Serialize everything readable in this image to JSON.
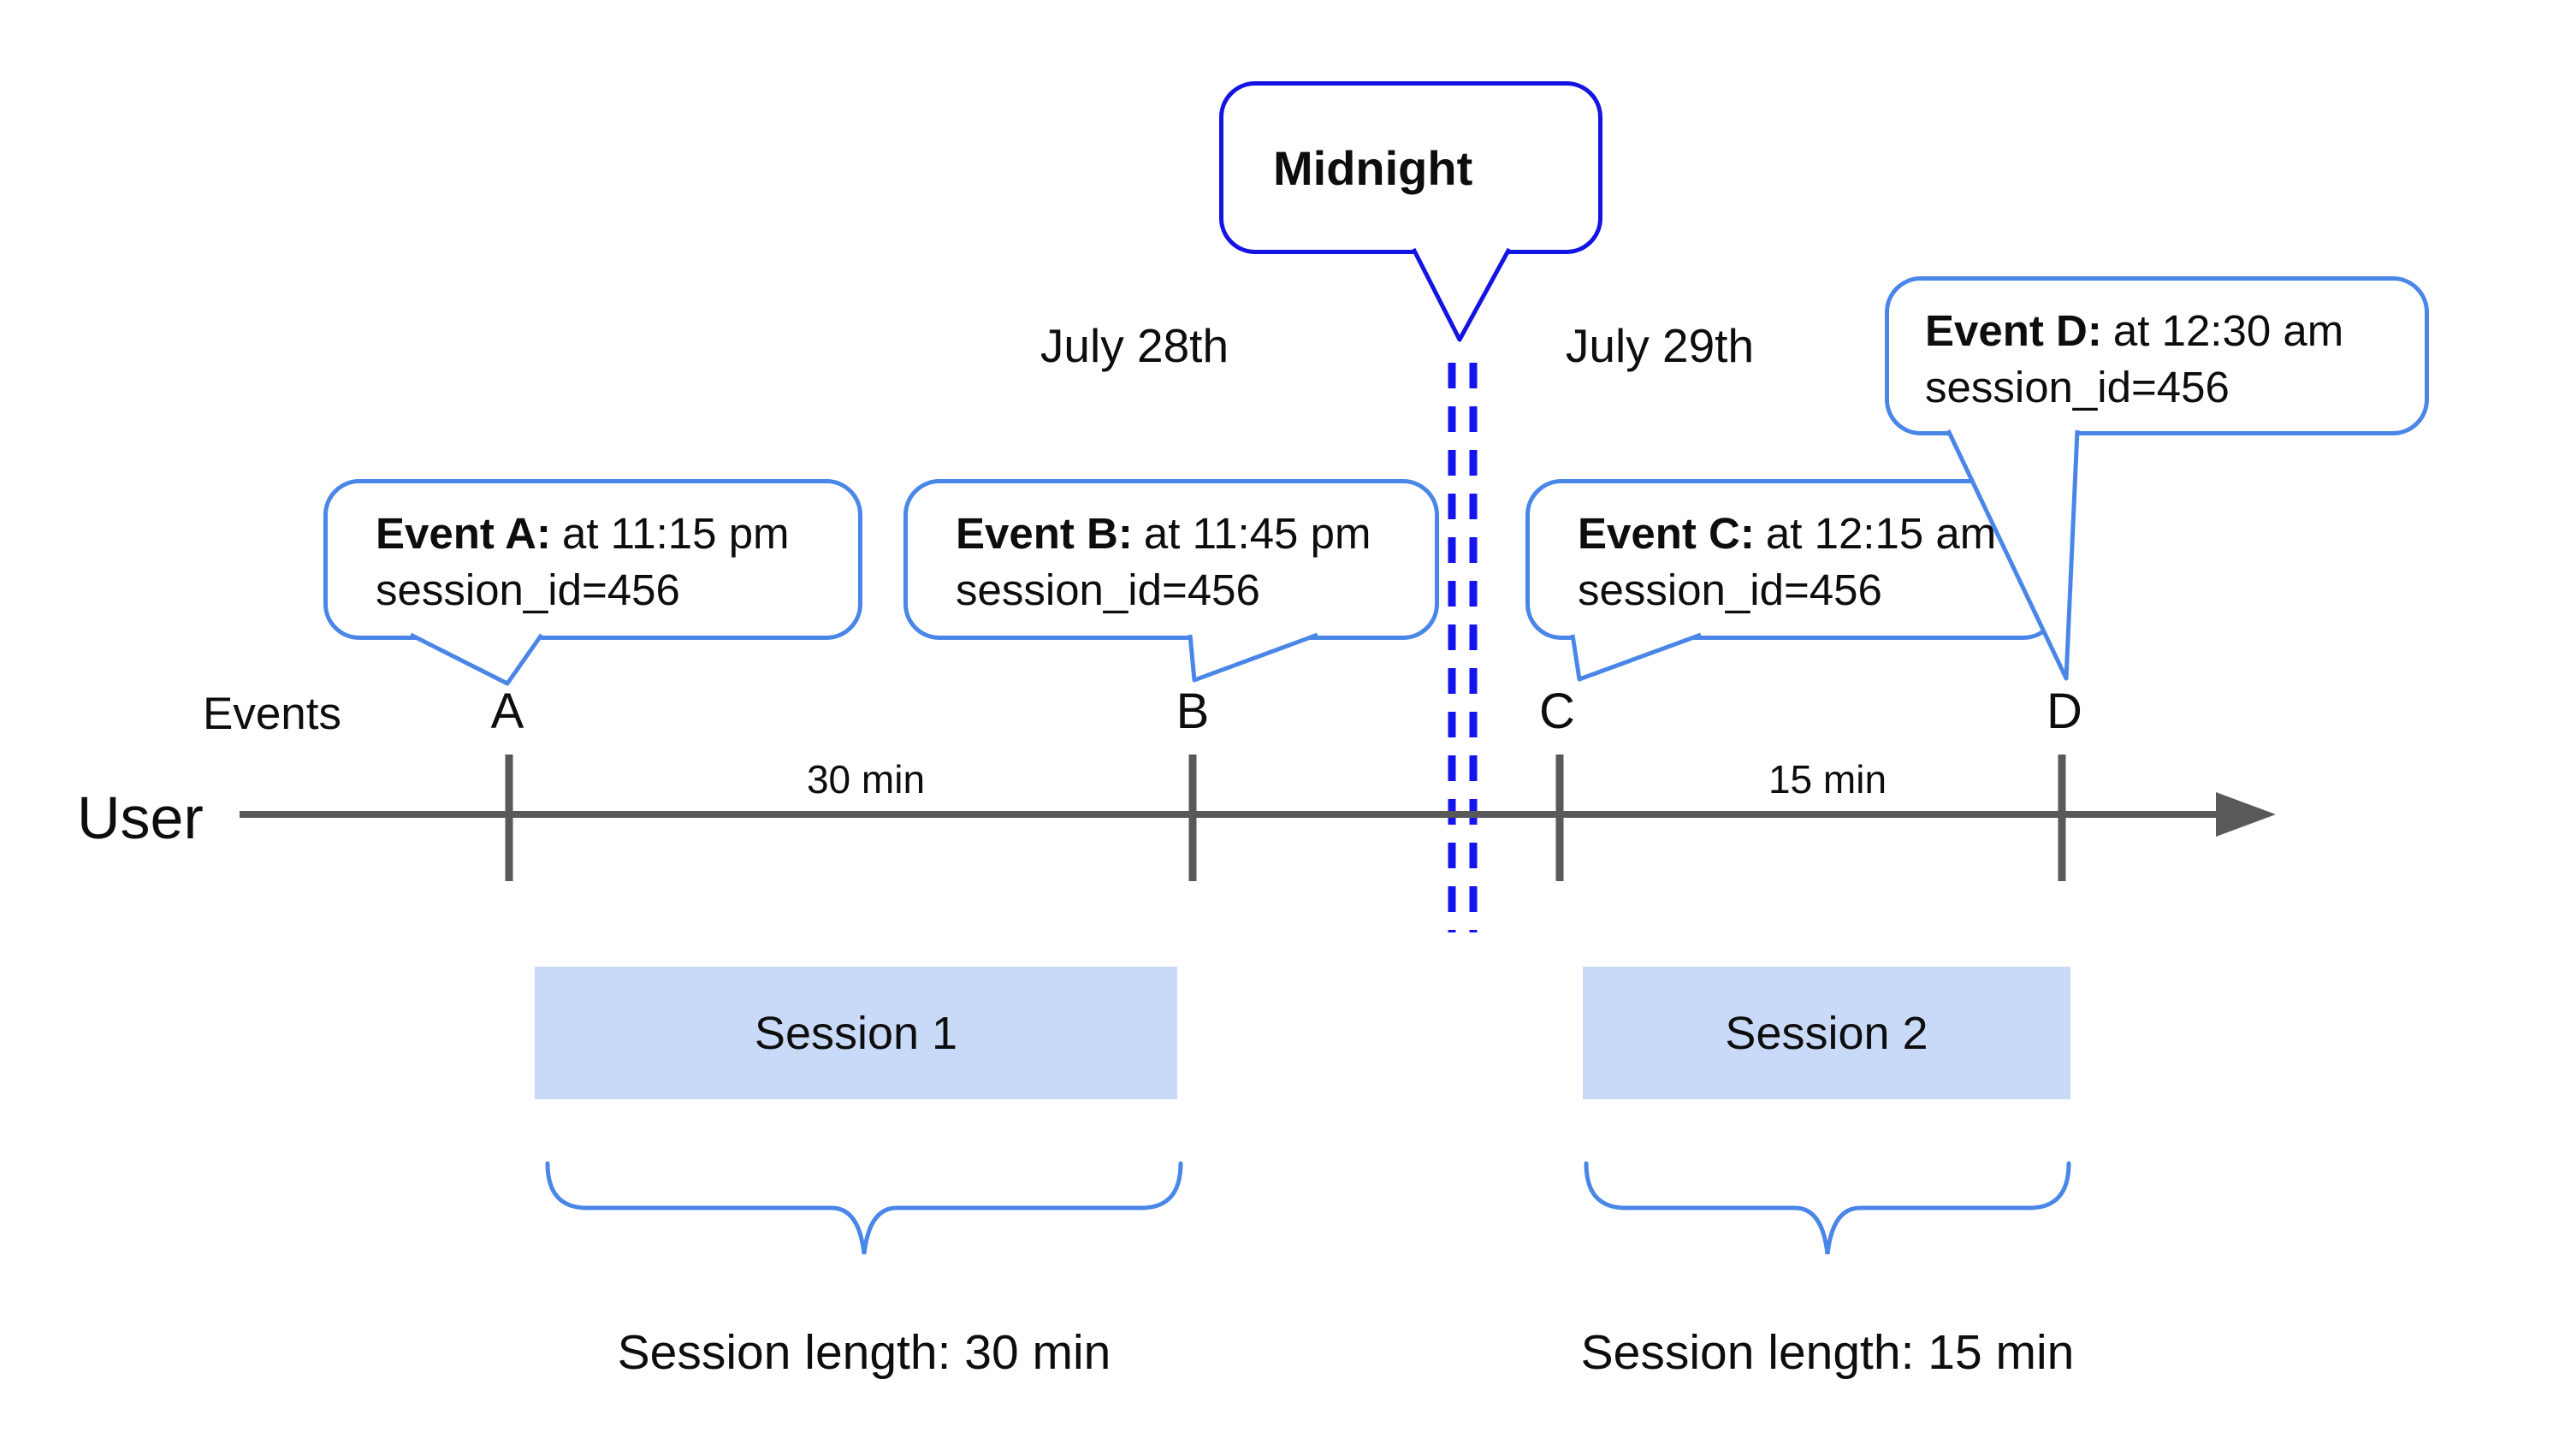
{
  "colors": {
    "calloutBorder": "#4a86e8",
    "midnightBorder": "#1313e4",
    "midnightLine": "#1414ee",
    "brace": "#4a86e8",
    "sessionFill": "#c9daf8",
    "timeline": "#595959",
    "text": "#0d0d0d"
  },
  "midnight_callout": {
    "label": "Midnight"
  },
  "date_labels": {
    "before": "July 28th",
    "after": "July 29th"
  },
  "event_callouts": [
    {
      "letter": "A",
      "title": "Event A:",
      "time_text": "at 11:15 pm",
      "detail": "session_id=456"
    },
    {
      "letter": "B",
      "title": "Event B:",
      "time_text": "at 11:45 pm",
      "detail": "session_id=456"
    },
    {
      "letter": "C",
      "title": "Event C:",
      "time_text": "at 12:15 am",
      "detail": "session_id=456"
    },
    {
      "letter": "D",
      "title": "Event D:",
      "time_text": "at 12:30 am",
      "detail": "session_id=456"
    }
  ],
  "timeline": {
    "events_label": "Events",
    "row_label": "User",
    "interval_ab": "30 min",
    "interval_cd": "15 min"
  },
  "sessions": [
    {
      "name": "Session 1",
      "length_label": "Session length: 30 min"
    },
    {
      "name": "Session 2",
      "length_label": "Session length: 15 min"
    }
  ]
}
